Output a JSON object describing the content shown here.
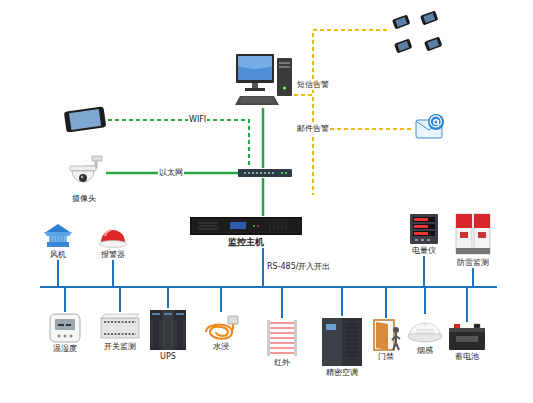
{
  "diagram": {
    "nodes": [
      {
        "text": []
      },
      {
        "text": []
      },
      {
        "text": []
      },
      {
        "text": []
      },
      {
        "text": [
          "摄像头"
        ]
      },
      {
        "text": []
      },
      {
        "text": [
          "监控主机"
        ]
      },
      {
        "text": [
          "风机"
        ]
      },
      {
        "text": [
          "报警器"
        ]
      },
      {
        "text": [
          "电量仪"
        ]
      },
      {
        "text": [
          "防雷监测"
        ]
      },
      {
        "text": [
          "温湿度"
        ]
      },
      {
        "text": [
          "开关监测"
        ]
      },
      {
        "text": [
          "UPS"
        ]
      },
      {
        "text": [
          "水浸"
        ]
      },
      {
        "text": [
          "红外"
        ]
      },
      {
        "text": [
          "精密空调"
        ]
      },
      {
        "text": [
          "门禁"
        ]
      },
      {
        "text": [
          "烟感"
        ]
      },
      {
        "text": [
          "蓄电池"
        ]
      }
    ],
    "edges": [
      {
        "from": 0,
        "to": 1,
        "label": "短信告警",
        "arrow": "none"
      },
      {
        "from": 0,
        "to": 2,
        "label": "邮件告警",
        "arrow": "none"
      },
      {
        "from": 3,
        "to": 5,
        "label": "WIFI",
        "arrow": "none"
      },
      {
        "from": 4,
        "to": 5,
        "label": "以太网",
        "arrow": "none"
      },
      {
        "from": 0,
        "to": 5,
        "arrow": "none"
      },
      {
        "from": 5,
        "to": 6,
        "arrow": "none"
      },
      {
        "from": 6,
        "to": 7,
        "arrow": "none"
      },
      {
        "from": 6,
        "to": 8,
        "arrow": "none"
      },
      {
        "from": 6,
        "to": 9,
        "arrow": "none"
      },
      {
        "from": 6,
        "to": 10,
        "arrow": "none"
      },
      {
        "from": 6,
        "to": 11,
        "arrow": "none"
      },
      {
        "from": 6,
        "to": 12,
        "arrow": "none"
      },
      {
        "from": 6,
        "to": 13,
        "arrow": "none"
      },
      {
        "from": 6,
        "to": 14,
        "arrow": "none"
      },
      {
        "from": 6,
        "to": 15,
        "arrow": "none"
      },
      {
        "from": 6,
        "to": 16,
        "arrow": "none"
      },
      {
        "from": 6,
        "to": 17,
        "arrow": "none"
      },
      {
        "from": 6,
        "to": 18,
        "arrow": "none"
      },
      {
        "from": 6,
        "to": 19,
        "arrow": "none"
      }
    ],
    "labels": [
      "RS-485/开入开出"
    ]
  }
}
